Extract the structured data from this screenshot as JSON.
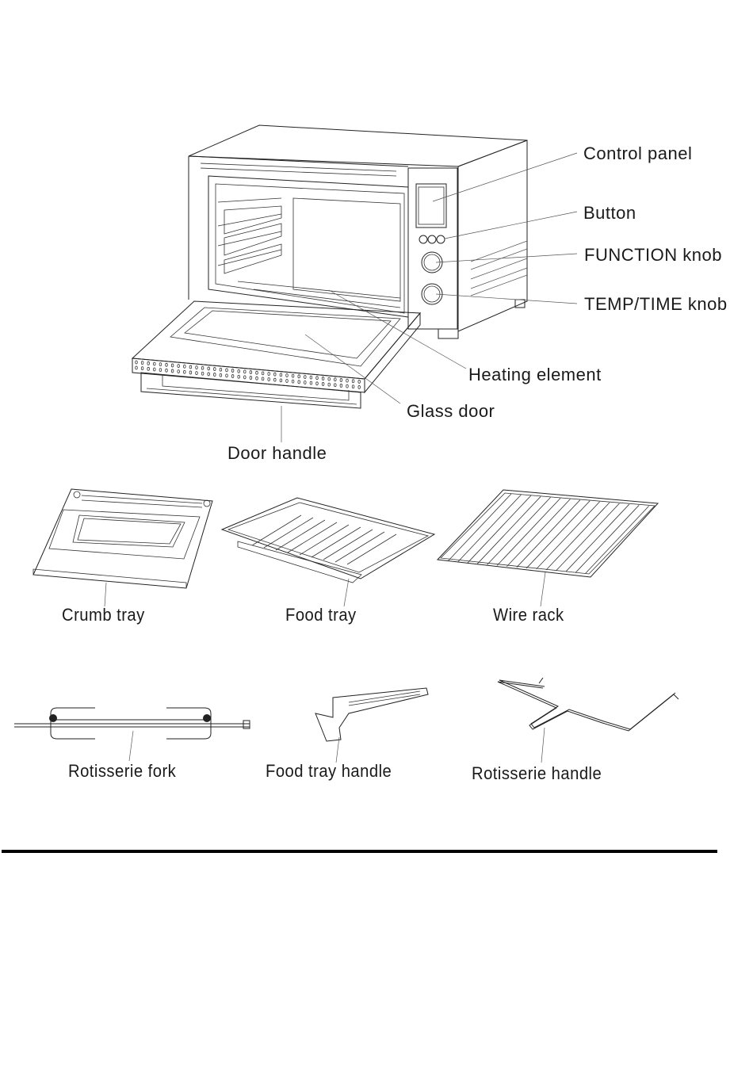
{
  "page": {
    "type": "appliance manual parts diagram"
  },
  "oven_labels": [
    {
      "id": "control-panel",
      "text": "Control panel"
    },
    {
      "id": "button",
      "text": "Button"
    },
    {
      "id": "function-knob",
      "text": "FUNCTION knob"
    },
    {
      "id": "temp-time-knob",
      "text": "TEMP/TIME knob"
    },
    {
      "id": "heating-element",
      "text": "Heating element"
    },
    {
      "id": "glass-door",
      "text": "Glass door"
    },
    {
      "id": "door-handle",
      "text": "Door handle"
    }
  ],
  "accessories_row1": [
    {
      "id": "crumb-tray",
      "text": "Crumb tray"
    },
    {
      "id": "food-tray",
      "text": "Food tray"
    },
    {
      "id": "wire-rack",
      "text": "Wire rack"
    }
  ],
  "accessories_row2": [
    {
      "id": "rotisserie-fork",
      "text": "Rotisserie fork"
    },
    {
      "id": "food-tray-handle",
      "text": "Food tray handle"
    },
    {
      "id": "rotisserie-handle",
      "text": "Rotisserie handle"
    }
  ],
  "colors": {
    "ink": "#1a1a1a",
    "background": "#ffffff",
    "rule": "#000000"
  }
}
